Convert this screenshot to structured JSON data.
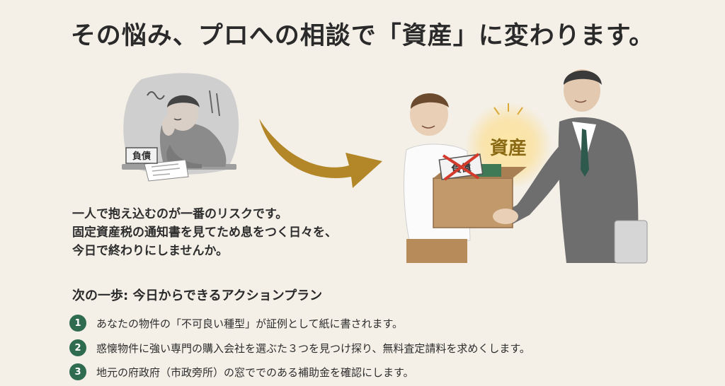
{
  "title": "その悩み、プロへの相談で「資産」に変わります。",
  "illustration": {
    "debt_label": "負債",
    "box_label": "負債",
    "asset_label": "資産"
  },
  "intro_lines": [
    "一人で抱え込むのが一番のリスクです。",
    "固定資産税の通知書を見てため息をつく日々を、",
    "今日で終わりにしませんか。"
  ],
  "steps_heading": "次の一歩: 今日からできるアクションプラン",
  "steps": [
    {
      "num": "1",
      "text": "あなたの物件の「不可良い種型」が証例として紙に書されます。"
    },
    {
      "num": "2",
      "text": "惑懐物件に強い専門の購入会社を選ぶた３つを見つけ探り、無料査定請料を求めくします。"
    },
    {
      "num": "3",
      "text": "地元の府政府（市政旁所）の窓ででのある補助金を確認にします。"
    }
  ],
  "colors": {
    "accent_green": "#2f6b4f",
    "arrow_gold": "#b38728",
    "background": "#f4f0e8"
  }
}
